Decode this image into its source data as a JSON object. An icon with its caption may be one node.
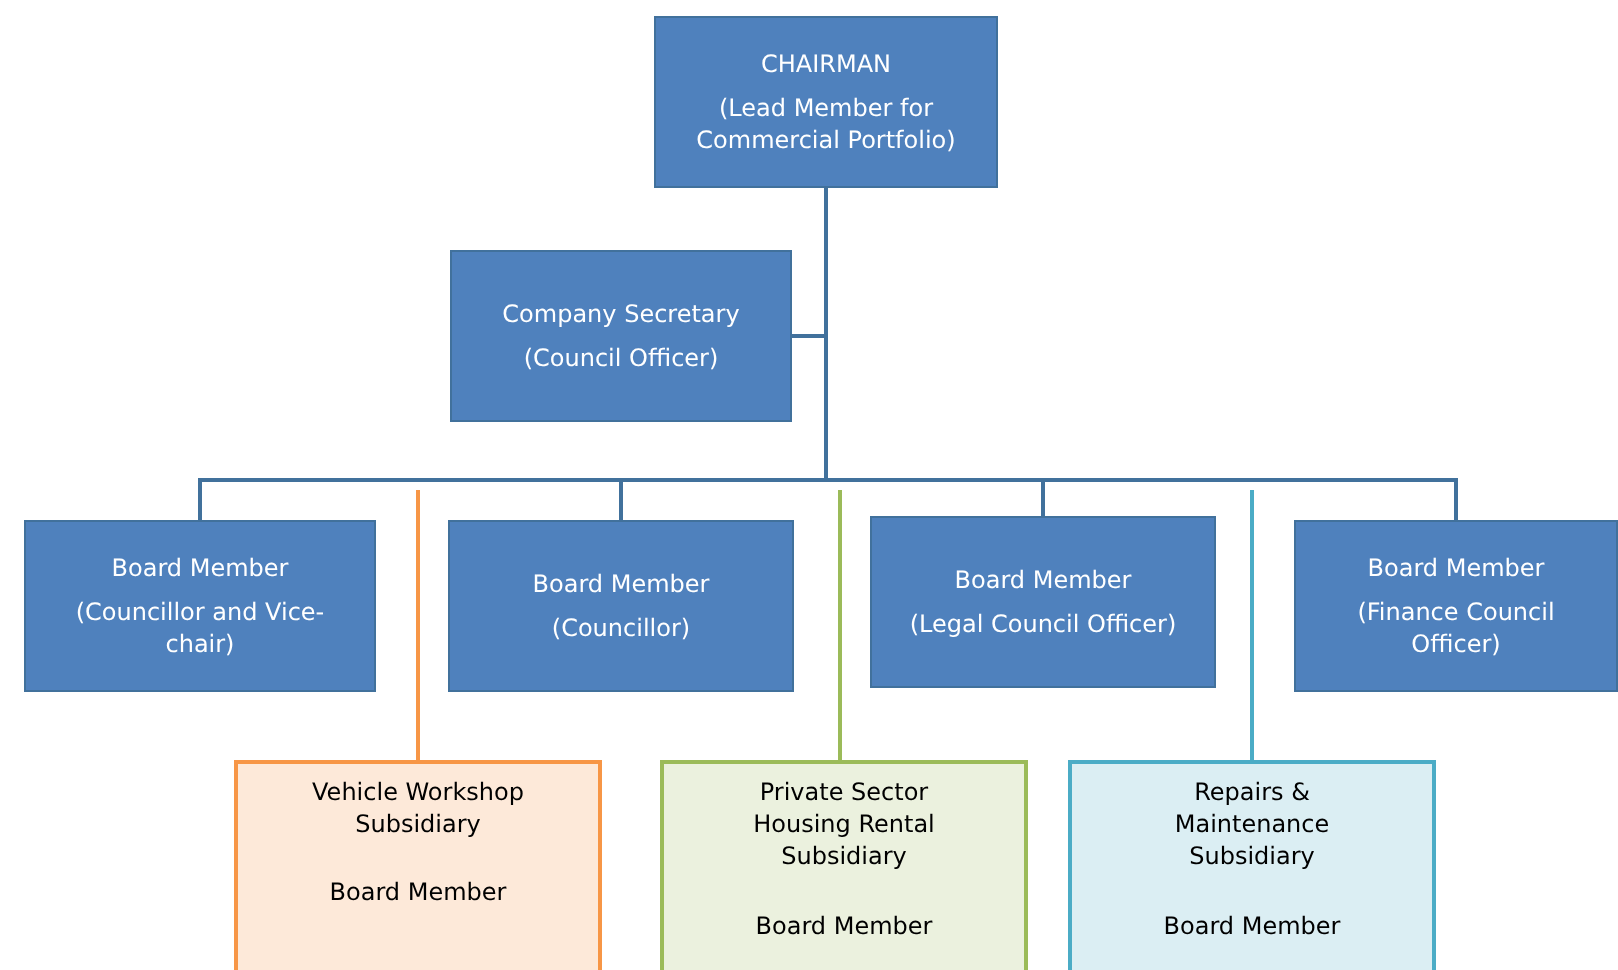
{
  "diagram": {
    "nodes": [
      {
        "text": [
          "CHAIRMAN",
          "(Lead Member for Commercial Portfolio)"
        ]
      },
      {
        "text": [
          "Company Secretary",
          "(Council Officer)"
        ]
      },
      {
        "text": [
          "Board Member",
          "(Councillor and Vice-chair)"
        ]
      },
      {
        "text": [
          "Board Member",
          "(Councillor)"
        ]
      },
      {
        "text": [
          "Board Member",
          "(Legal Council Officer)"
        ]
      },
      {
        "text": [
          "Board Member",
          "(Finance Council Officer)"
        ]
      },
      {
        "text": [
          "Vehicle Workshop Subsidiary",
          "Board Member"
        ]
      },
      {
        "text": [
          "Private Sector Housing Rental Subsidiary",
          "Board Member"
        ]
      },
      {
        "text": [
          "Repairs & Maintenance Subsidiary",
          "Board Member"
        ]
      }
    ],
    "edges": [
      {
        "from": 0,
        "to": 1,
        "arrow": "none"
      },
      {
        "from": 0,
        "to": 2,
        "arrow": "none"
      },
      {
        "from": 0,
        "to": 3,
        "arrow": "none"
      },
      {
        "from": 0,
        "to": 4,
        "arrow": "none"
      },
      {
        "from": 0,
        "to": 5,
        "arrow": "none"
      },
      {
        "from": null,
        "to": 6,
        "arrow": "none",
        "color": "#f79646"
      },
      {
        "from": null,
        "to": 7,
        "arrow": "none",
        "color": "#9bbb59"
      },
      {
        "from": null,
        "to": 8,
        "arrow": "none",
        "color": "#4bacc6"
      }
    ]
  }
}
